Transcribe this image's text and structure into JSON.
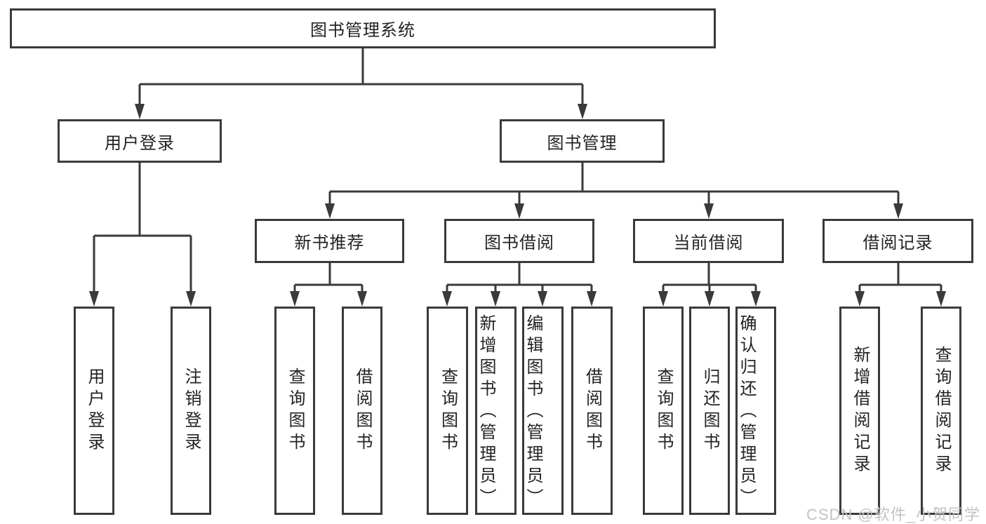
{
  "tree": {
    "label": "图书管理系统",
    "children": [
      {
        "label": "用户登录",
        "children": [
          {
            "label": "用户登录"
          },
          {
            "label": "注销登录"
          }
        ]
      },
      {
        "label": "图书管理",
        "children": [
          {
            "label": "新书推荐",
            "children": [
              {
                "label": "查询图书"
              },
              {
                "label": "借阅图书"
              }
            ]
          },
          {
            "label": "图书借阅",
            "children": [
              {
                "label": "查询图书"
              },
              {
                "label": "新增图书（管理员）"
              },
              {
                "label": "编辑图书（管理员）"
              },
              {
                "label": "借阅图书"
              }
            ]
          },
          {
            "label": "当前借阅",
            "children": [
              {
                "label": "查询图书"
              },
              {
                "label": "归还图书"
              },
              {
                "label": "确认归还（管理员）"
              }
            ]
          },
          {
            "label": "借阅记录",
            "children": [
              {
                "label": "新增借阅记录"
              },
              {
                "label": "查询借阅记录"
              }
            ]
          }
        ]
      }
    ]
  },
  "watermark": {
    "text": "CSDN @软件_小贺同学"
  },
  "colors": {
    "line": "#3a3a3a",
    "text": "#232323",
    "watermark": "#bfc3c8",
    "bg": "#ffffff"
  }
}
